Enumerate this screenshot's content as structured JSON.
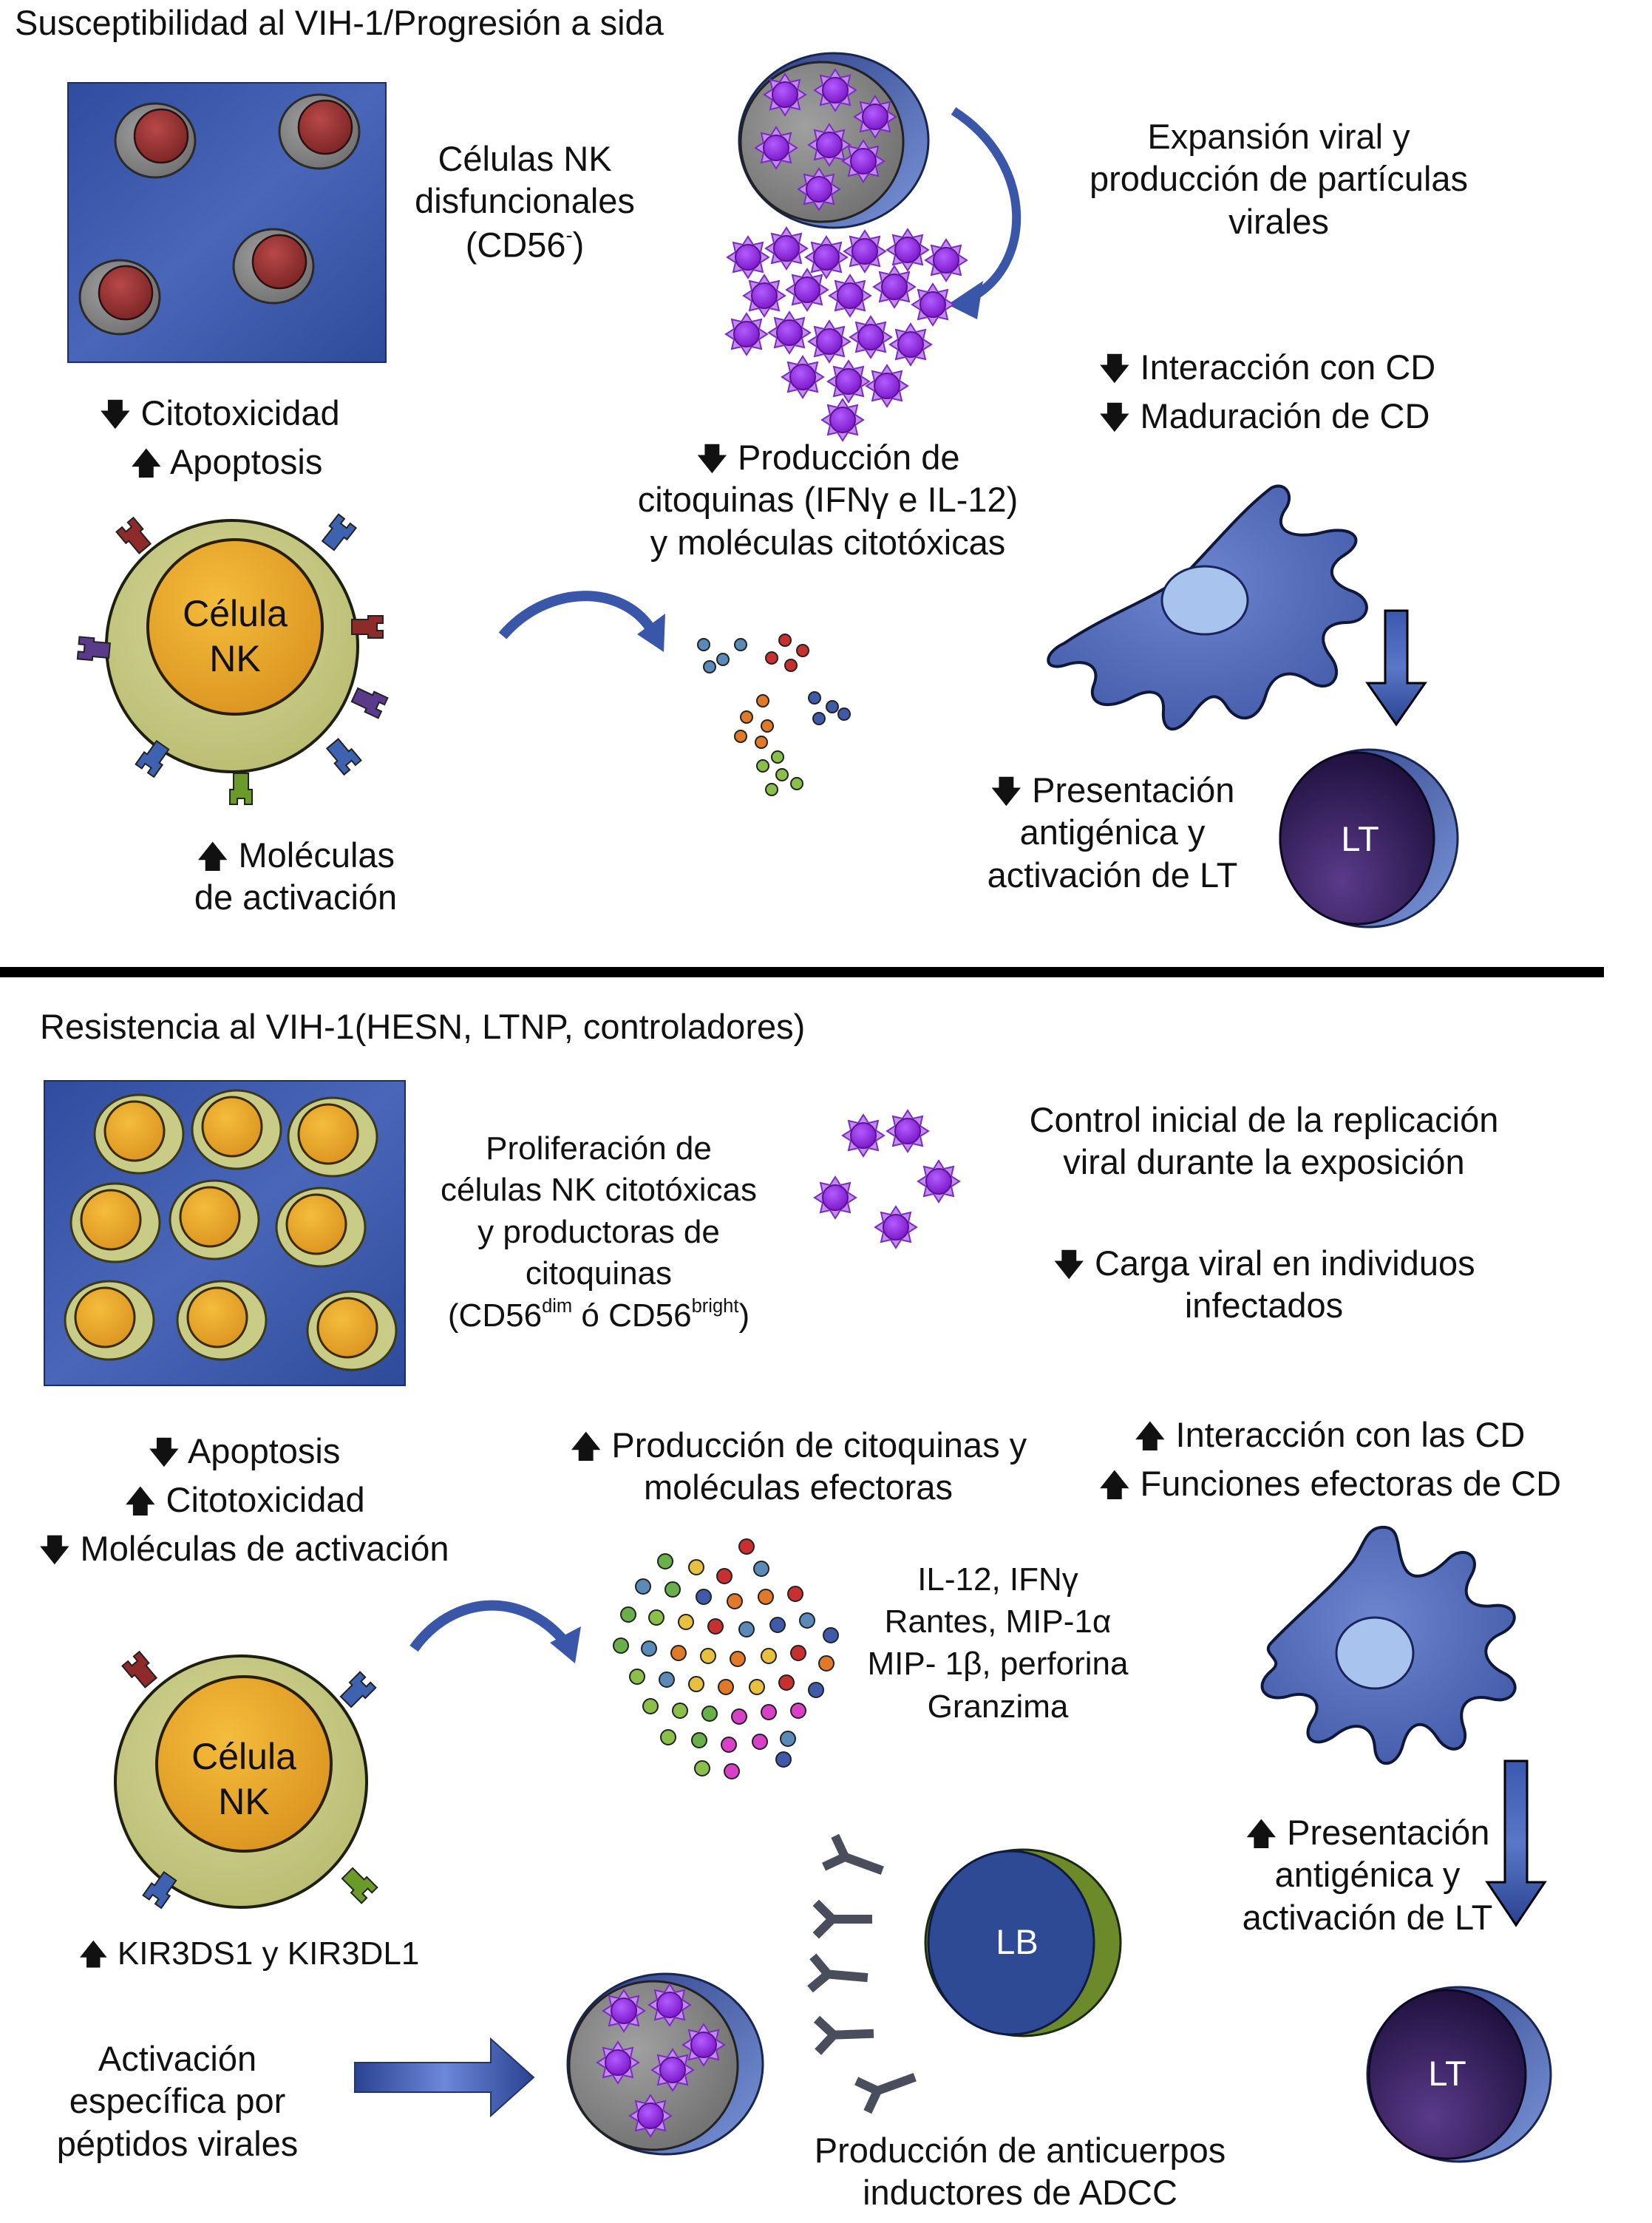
{
  "sections": {
    "top_title": "Susceptibilidad al VIH-1/Progresión a sida",
    "bottom_title": "Resistencia al VIH-1(HESN, LTNP, controladores)"
  },
  "top": {
    "nk_dys": {
      "l1": "Células NK",
      "l2": "disfuncionales",
      "l3a": "(CD56",
      "l3sup": "-",
      "l3b": ")"
    },
    "expansion": {
      "l1": "Expansión viral y",
      "l2": "producción de partículas",
      "l3": "virales"
    },
    "cito": {
      "l1": "Citotoxicidad",
      "l2": "Apoptosis"
    },
    "dc_interaction": {
      "l1": "Interacción con CD",
      "l2": "Maduración de CD"
    },
    "production": {
      "l1": "Producción de",
      "l2": "citoquinas (IFNγ e IL-12)",
      "l3": "y moléculas citotóxicas"
    },
    "nk_cell": {
      "l1": "Célula",
      "l2": "NK"
    },
    "presentation": {
      "l1": "Presentación",
      "l2": "antigénica y",
      "l3": "activación de LT"
    },
    "lt": "LT",
    "activation_mol": {
      "l1": "Moléculas",
      "l2": "de activación"
    }
  },
  "bottom": {
    "proliferation": {
      "l1": "Proliferación de",
      "l2": "células NK citotóxicas",
      "l3": "y productoras de",
      "l4": "citoquinas",
      "l5a": "(CD56",
      "l5sup1": "dim",
      "l5b": " ó CD56",
      "l5sup2": "bright",
      "l5c": ")"
    },
    "control": {
      "l1": "Control inicial de la replicación",
      "l2": "viral durante la exposición"
    },
    "viral_load": {
      "l1": "Carga viral en individuos",
      "l2": "infectados"
    },
    "nk_changes": {
      "l1": "Apoptosis",
      "l2": "Citotoxicidad",
      "l3": "Moléculas de activación"
    },
    "cyto_prod": {
      "l1": "Producción de citoquinas y",
      "l2": "moléculas efectoras"
    },
    "dc_interaction": {
      "l1": "Interacción con las CD",
      "l2": "Funciones efectoras de CD"
    },
    "cytokines": {
      "l1": "IL-12, IFNγ",
      "l2": "Rantes, MIP-1α",
      "l3": "MIP- 1β, perforina",
      "l4": "Granzima"
    },
    "nk_cell": {
      "l1": "Célula",
      "l2": "NK"
    },
    "presentation": {
      "l1": "Presentación",
      "l2": "antigénica y",
      "l3": "activación de LT"
    },
    "kir": "KIR3DS1 y KIR3DL1",
    "lb": "LB",
    "lt": "LT",
    "activation": {
      "l1": "Activación",
      "l2": "específica por",
      "l3": "péptidos virales"
    },
    "antibodies": {
      "l1": "Producción de anticuerpos",
      "l2": "inductores de ADCC"
    }
  },
  "colors": {
    "panel_blue": "#3a56a8",
    "nk_outer": "#c4c87e",
    "nk_inner": "#e6a82a",
    "dysfunctional_inner": "#9c3838",
    "virus_purple": "#9a2fe0",
    "dendritic_cell": "#4e66b3",
    "lt_dark": "#2a1850",
    "lb_blue": "#2f4a94",
    "lb_green": "#6c8a2a"
  }
}
